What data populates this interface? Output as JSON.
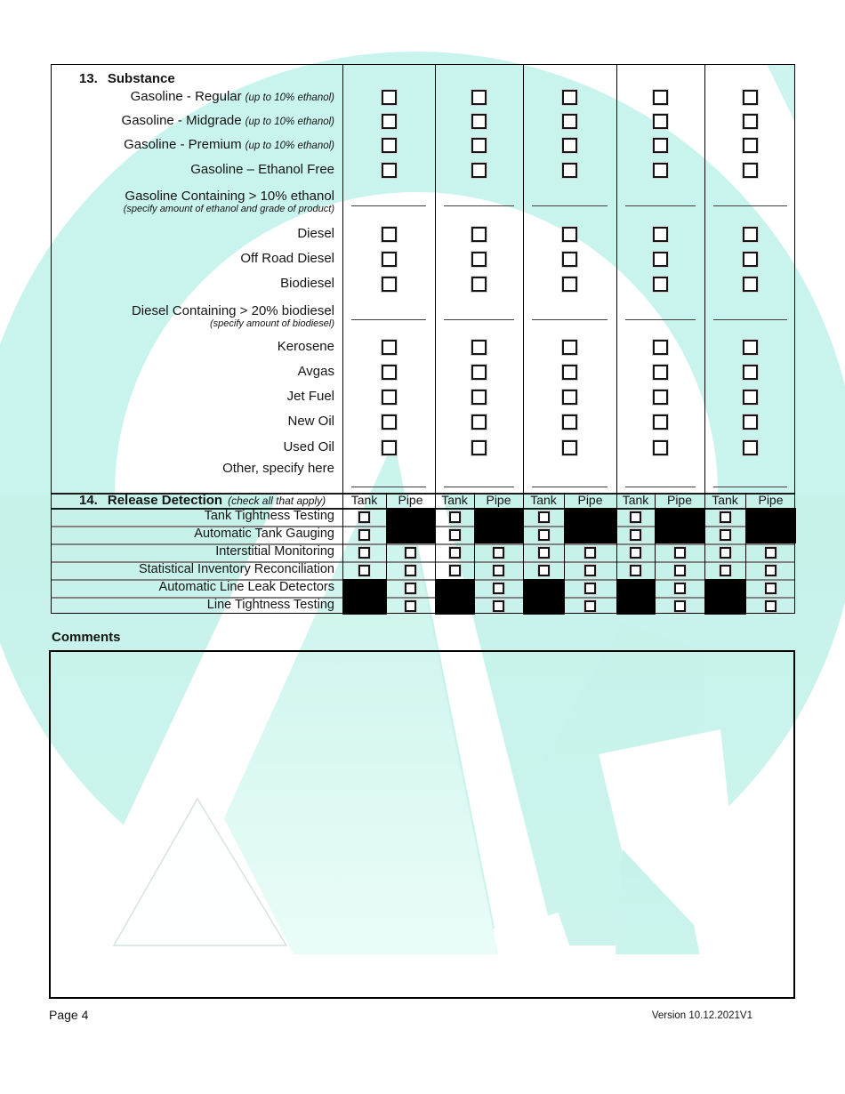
{
  "watermark": {
    "description": "large mint logo watermark (ring with mountain-A mark)",
    "primary_color": "#c9f4ed",
    "light_color": "#eafcf8"
  },
  "substance_section": {
    "number": "13.",
    "title": "Substance",
    "tank_columns": 5,
    "rows": [
      {
        "label": "Gasoline - Regular",
        "note": "(up to 10% ethanol)",
        "kind": "checkbox"
      },
      {
        "label": "Gasoline - Midgrade",
        "note": "(up to 10% ethanol)",
        "kind": "checkbox"
      },
      {
        "label": "Gasoline - Premium",
        "note": "(up to 10% ethanol)",
        "kind": "checkbox"
      },
      {
        "label": "Gasoline – Ethanol Free",
        "note": "",
        "kind": "checkbox"
      },
      {
        "label": "Gasoline Containing > 10% ethanol",
        "note": "(specify amount of ethanol and grade of product)",
        "kind": "blank"
      },
      {
        "label": "Diesel",
        "note": "",
        "kind": "checkbox"
      },
      {
        "label": "Off Road Diesel",
        "note": "",
        "kind": "checkbox"
      },
      {
        "label": "Biodiesel",
        "note": "",
        "kind": "checkbox"
      },
      {
        "label": "Diesel Containing > 20% biodiesel",
        "note": "(specify amount of biodiesel)",
        "kind": "blank"
      },
      {
        "label": "Kerosene",
        "note": "",
        "kind": "checkbox"
      },
      {
        "label": "Avgas",
        "note": "",
        "kind": "checkbox"
      },
      {
        "label": "Jet Fuel",
        "note": "",
        "kind": "checkbox"
      },
      {
        "label": "New Oil",
        "note": "",
        "kind": "checkbox"
      },
      {
        "label": "Used Oil",
        "note": "",
        "kind": "checkbox"
      },
      {
        "label": "Other, specify here",
        "note": "",
        "kind": "blank"
      }
    ],
    "all_checkboxes_unchecked": true
  },
  "release_detection_section": {
    "number": "14.",
    "title": "Release Detection",
    "note": "(check all that apply)",
    "column_headers": [
      "Tank",
      "Pipe"
    ],
    "tank_columns": 5,
    "rows": [
      {
        "label": "Tank Tightness Testing",
        "tank": "checkbox",
        "pipe": "blocked"
      },
      {
        "label": "Automatic Tank Gauging",
        "tank": "checkbox",
        "pipe": "blocked"
      },
      {
        "label": "Interstitial Monitoring",
        "tank": "checkbox",
        "pipe": "checkbox"
      },
      {
        "label": "Statistical Inventory Reconciliation",
        "tank": "checkbox",
        "pipe": "checkbox"
      },
      {
        "label": "Automatic Line Leak Detectors",
        "tank": "blocked",
        "pipe": "checkbox"
      },
      {
        "label": "Line Tightness Testing",
        "tank": "blocked",
        "pipe": "checkbox"
      }
    ],
    "all_checkboxes_unchecked": true
  },
  "comments_section": {
    "label": "Comments",
    "value": ""
  },
  "footer": {
    "page_label": "Page 4",
    "version_label": "Version 10.12.2021V1"
  },
  "colors": {
    "blocked_cell": "#000000",
    "table_border": "#000000",
    "row_separator": "#828282",
    "text": "#141414"
  }
}
